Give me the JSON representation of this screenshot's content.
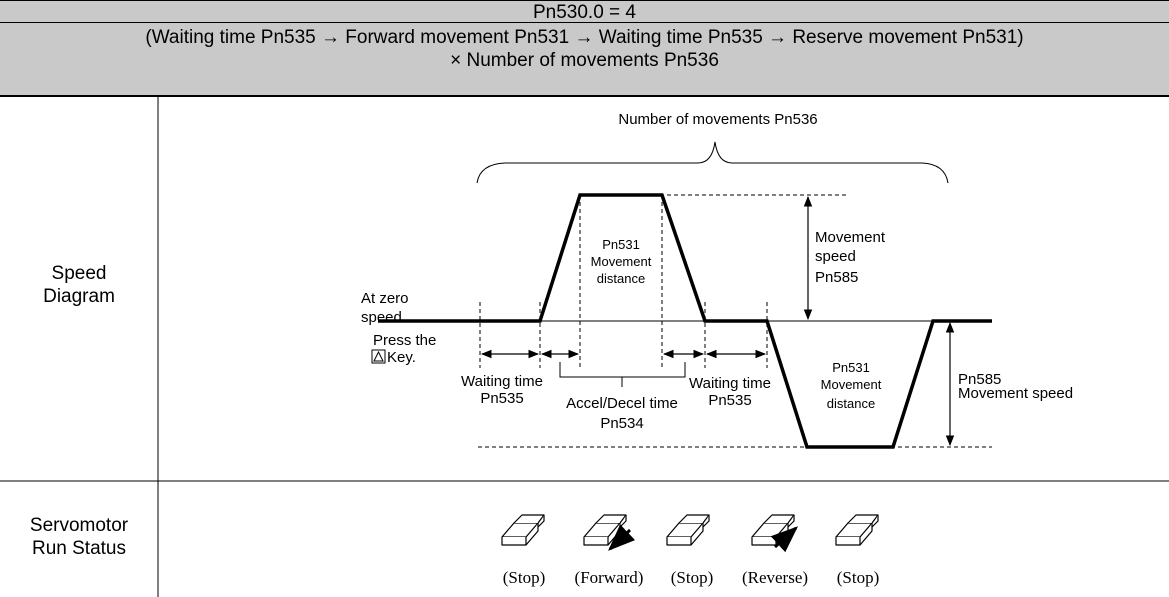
{
  "header": {
    "title": "Pn530.0 = 4",
    "sequence_line1": "(Waiting time Pn535 → Forward movement Pn531 → Waiting time Pn535 → Reserve movement Pn531)",
    "sequence_line2": "× Number of movements Pn536"
  },
  "rows": {
    "speed_line1": "Speed",
    "speed_line2": "Diagram",
    "servo_line1": "Servomotor",
    "servo_line2": "Run Status"
  },
  "diagram": {
    "number_of_movements": "Number of movements Pn536",
    "at_zero_l1": "At zero",
    "at_zero_l2": "speed",
    "press_l1": "Press the",
    "press_l2": "Key.",
    "waiting_l1": "Waiting time",
    "waiting_l2": "Pn535",
    "waiting2_l1": "Waiting time",
    "waiting2_l2": "Pn535",
    "accel_l1": "Accel/Decel time",
    "accel_l2": "Pn534",
    "fwd_dist_l1": "Pn531",
    "fwd_dist_l2": "Movement",
    "fwd_dist_l3": "distance",
    "rev_dist_l1": "Pn531",
    "rev_dist_l2": "Movement",
    "rev_dist_l3": "distance",
    "mvspeed_l1": "Movement",
    "mvspeed_l2": "speed",
    "mvspeed_l3": "Pn585",
    "rev_speed_l1": "Pn585",
    "rev_speed_l2": "Movement speed"
  },
  "status": {
    "s1": "(Stop)",
    "s2": "(Forward)",
    "s3": "(Stop)",
    "s4": "(Reverse)",
    "s5": "(Stop)"
  }
}
